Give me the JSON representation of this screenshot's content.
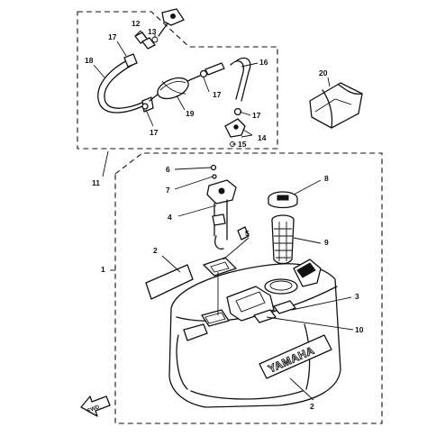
{
  "brand_text": "YAMAHA",
  "fwd_label": "FWD",
  "callouts": {
    "n1": "1",
    "n2a": "2",
    "n2b": "2",
    "n3": "3",
    "n4": "4",
    "n5": "5",
    "n6": "6",
    "n7": "7",
    "n8": "8",
    "n9": "9",
    "n10": "10",
    "n11": "11",
    "n12": "12",
    "n13": "13",
    "n14": "14",
    "n15": "15",
    "n16": "16",
    "n17a": "17",
    "n17b": "17",
    "n17c": "17",
    "n17d": "17",
    "n18": "18",
    "n19": "19",
    "n20": "20"
  }
}
